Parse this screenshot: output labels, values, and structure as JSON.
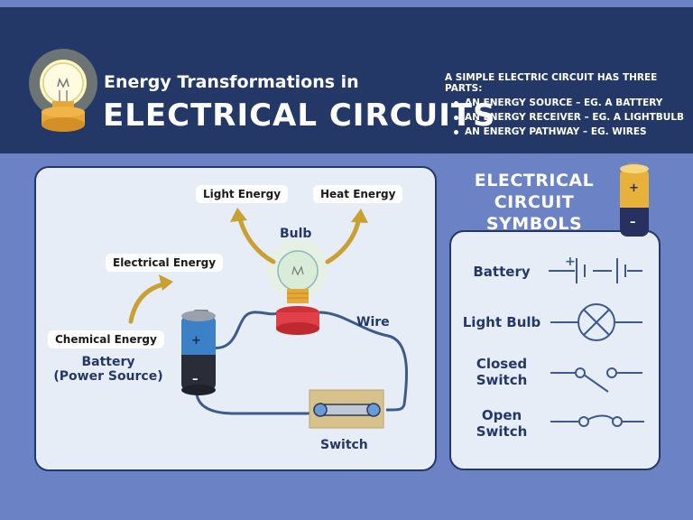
{
  "header": {
    "title_small": "Energy Transformations in",
    "title_big": "ELECTRICAL CIRCUITS",
    "parts_intro": "A SIMPLE ELECTRIC CIRCUIT HAS THREE PARTS:",
    "parts": [
      "AN ENERGY SOURCE – EG. A BATTERY",
      "AN ENERGY RECEIVER – EG. A LIGHTBULB",
      "AN ENERGY PATHWAY – EG. WIRES"
    ]
  },
  "diagram": {
    "light_energy": "Light Energy",
    "heat_energy": "Heat Energy",
    "electrical_energy": "Electrical Energy",
    "chemical_energy": "Chemical Energy",
    "bulb": "Bulb",
    "wire": "Wire",
    "battery_line1": "Battery",
    "battery_line2": "(Power Source)",
    "switch": "Switch",
    "battery_plus": "+",
    "battery_minus": "–"
  },
  "symbols": {
    "title_line1": "ELECTRICAL",
    "title_line2": "CIRCUIT SYMBOLS",
    "battery": "Battery",
    "light_bulb": "Light Bulb",
    "closed_switch_line1": "Closed",
    "closed_switch_line2": "Switch",
    "open_switch_line1": "Open",
    "open_switch_line2": "Switch",
    "battery_plus": "+",
    "battery_minus": "–"
  },
  "colors": {
    "background": "#6b82c4",
    "header": "#243868",
    "panel": "#e7edf7",
    "arrow": "#c9a032",
    "wire": "#3c5a8c",
    "bulb_base": "#e04048"
  }
}
